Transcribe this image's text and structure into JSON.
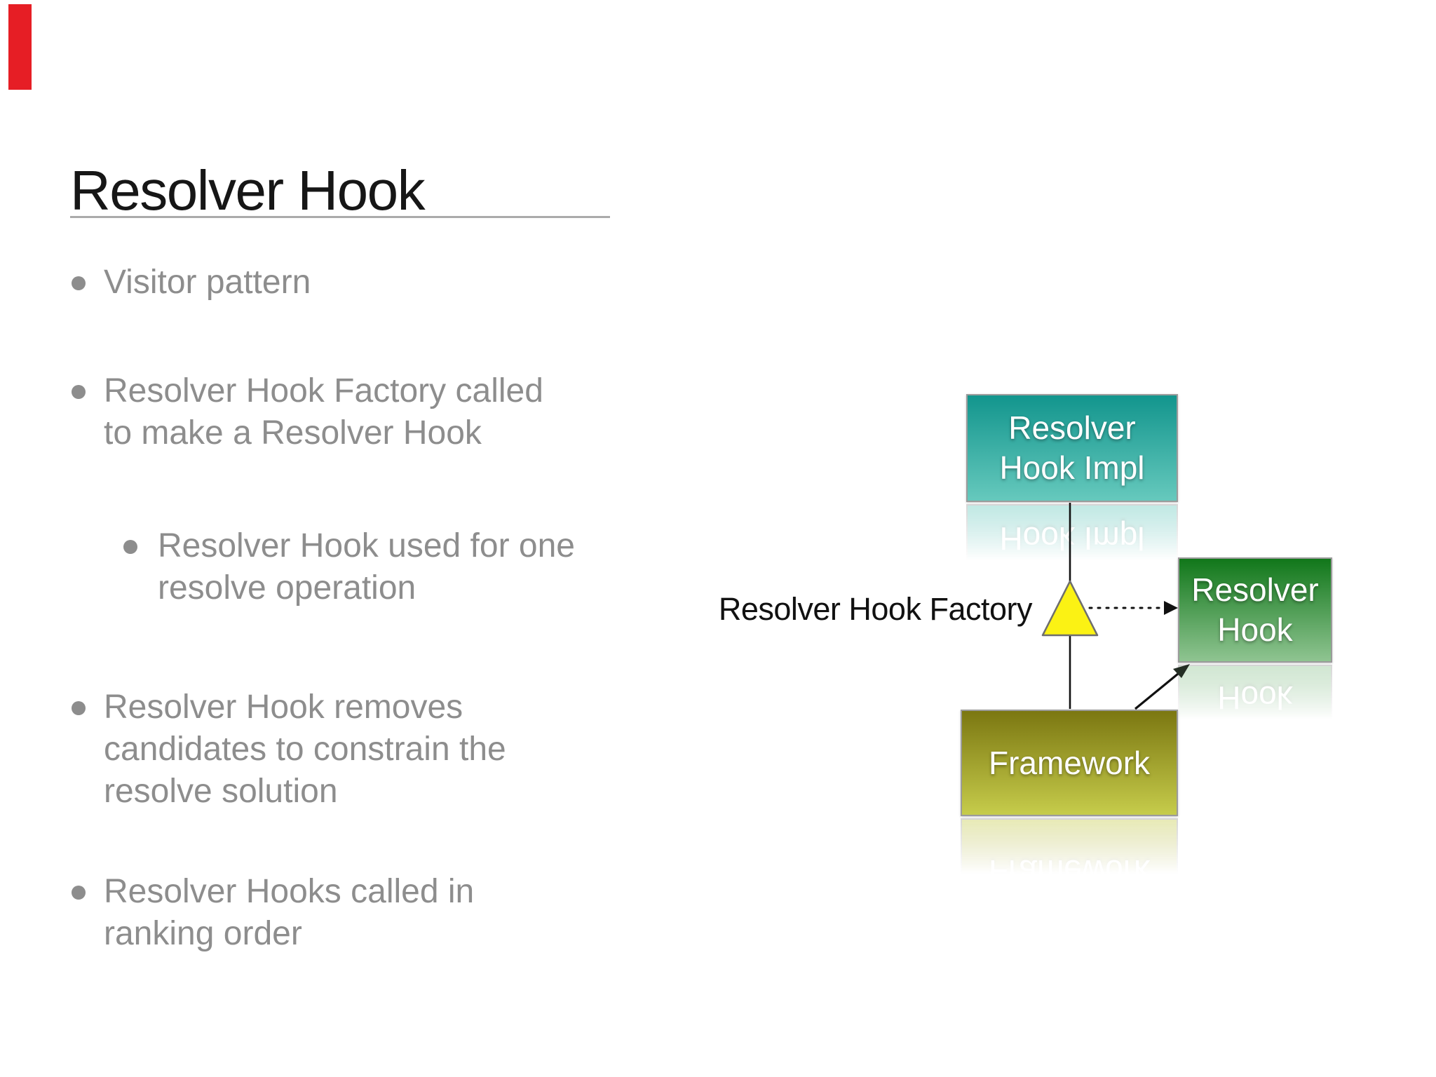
{
  "slide": {
    "title": "Resolver Hook",
    "accent_bar_color": "#e61e25",
    "bullet_text_color": "#8d8d8d",
    "title_rule_color": "#ababab"
  },
  "bullets": [
    {
      "level": 1,
      "lines": [
        "Visitor pattern"
      ]
    },
    {
      "level": 1,
      "lines": [
        "Resolver Hook Factory called",
        "to make a Resolver Hook"
      ]
    },
    {
      "level": 2,
      "lines": [
        "Resolver Hook used for one",
        "resolve operation"
      ]
    },
    {
      "level": 1,
      "lines": [
        "Resolver Hook removes",
        "candidates to constrain the",
        "resolve solution"
      ]
    },
    {
      "level": 1,
      "lines": [
        "Resolver Hooks called in",
        "ranking order"
      ]
    }
  ],
  "diagram": {
    "factory_label": "Resolver Hook Factory",
    "triangle_color": "#fbf214",
    "connector_color": "#111111",
    "nodes": [
      {
        "id": "resolver-hook-impl",
        "lines": [
          "Resolver",
          "Hook Impl"
        ],
        "colors": {
          "top": "#12958d",
          "bottom": "#66c9bd"
        }
      },
      {
        "id": "resolver-hook",
        "lines": [
          "Resolver",
          "Hook"
        ],
        "colors": {
          "top": "#11771a",
          "bottom": "#8fc491"
        }
      },
      {
        "id": "framework",
        "lines": [
          "Framework"
        ],
        "colors": {
          "top": "#7b7711",
          "bottom": "#c6cc4b"
        }
      }
    ]
  }
}
